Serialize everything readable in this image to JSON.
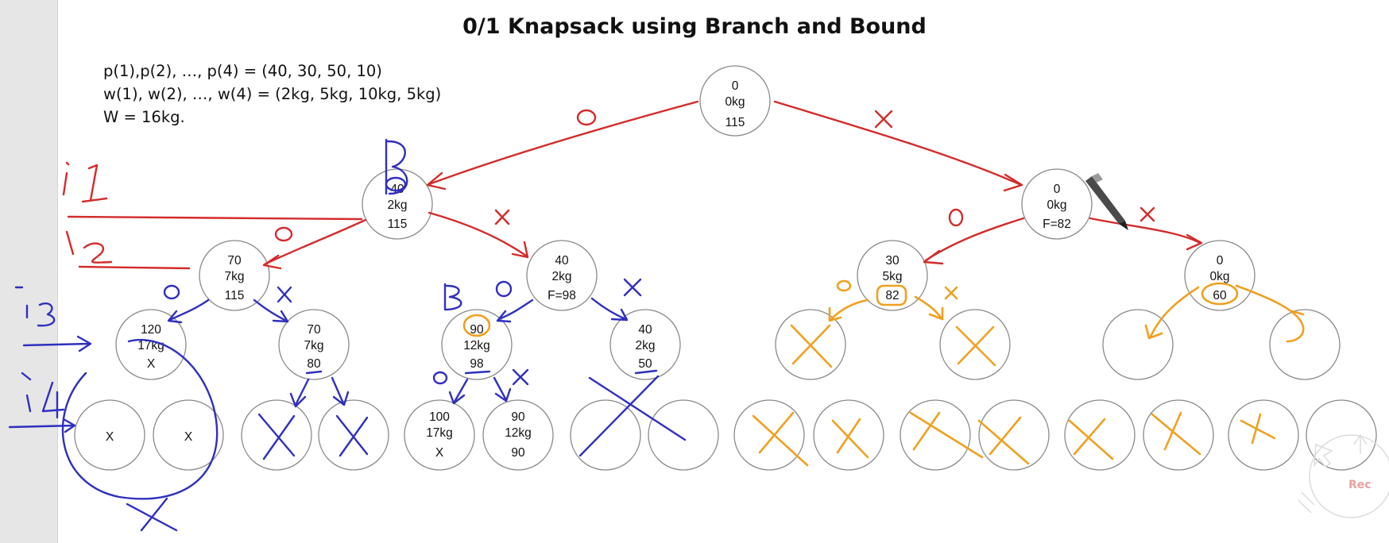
{
  "title": "0/1 Knapsack using Branch and Bound",
  "given": [
    "p(1),p(2), …, p(4) = (40, 30, 50, 10)",
    "w(1), w(2), …, w(4) = (2kg, 5kg, 10kg, 5kg)",
    "W = 16kg."
  ],
  "tree": {
    "nodes": [
      {
        "id": "root",
        "lines": [
          "0",
          "0kg",
          "115"
        ]
      },
      {
        "id": "n-40-2kg-115",
        "lines": [
          "40",
          "2kg",
          "115"
        ]
      },
      {
        "id": "n-0-0kg-f82",
        "lines": [
          "0",
          "0kg",
          "F=82"
        ]
      },
      {
        "id": "n-70-7kg-115",
        "lines": [
          "70",
          "7kg",
          "115"
        ]
      },
      {
        "id": "n-40-2kg-f98",
        "lines": [
          "40",
          "2kg",
          "F=98"
        ]
      },
      {
        "id": "n-30-5kg-82",
        "lines": [
          "30",
          "5kg",
          "82"
        ]
      },
      {
        "id": "n-0-0kg-60",
        "lines": [
          "0",
          "0kg",
          "60"
        ]
      },
      {
        "id": "n-120-17kg-x",
        "lines": [
          "120",
          "17kg",
          "X"
        ]
      },
      {
        "id": "n-70-7kg-80",
        "lines": [
          "70",
          "7kg",
          "80"
        ]
      },
      {
        "id": "n-90-12kg-98",
        "lines": [
          "90",
          "12kg",
          "98"
        ]
      },
      {
        "id": "n-40-2kg-50",
        "lines": [
          "40",
          "2kg",
          "50"
        ]
      },
      {
        "id": "n-l3-empty-1",
        "lines": []
      },
      {
        "id": "n-l3-empty-2",
        "lines": []
      },
      {
        "id": "n-l3-empty-3",
        "lines": []
      },
      {
        "id": "n-l3-empty-4",
        "lines": []
      },
      {
        "id": "n-l4-x-1",
        "lines": [
          "X"
        ]
      },
      {
        "id": "n-l4-x-2",
        "lines": [
          "X"
        ]
      },
      {
        "id": "n-l4-empty-3",
        "lines": []
      },
      {
        "id": "n-l4-empty-4",
        "lines": []
      },
      {
        "id": "n-100-17kg-x",
        "lines": [
          "100",
          "17kg",
          "X"
        ]
      },
      {
        "id": "n-90-12kg-90",
        "lines": [
          "90",
          "12kg",
          "90"
        ]
      },
      {
        "id": "n-l4-empty-7",
        "lines": []
      },
      {
        "id": "n-l4-empty-8",
        "lines": []
      },
      {
        "id": "n-l4-empty-9",
        "lines": []
      },
      {
        "id": "n-l4-empty-10",
        "lines": []
      },
      {
        "id": "n-l4-empty-11",
        "lines": []
      },
      {
        "id": "n-l4-empty-12",
        "lines": []
      },
      {
        "id": "n-l4-empty-13",
        "lines": []
      },
      {
        "id": "n-l4-empty-14",
        "lines": []
      },
      {
        "id": "n-l4-empty-15",
        "lines": []
      },
      {
        "id": "n-l4-empty-16",
        "lines": []
      }
    ]
  },
  "colors": {
    "red_ink": "#d42b2b",
    "blue_ink": "#2f2fbf",
    "orange_ink": "#f0a020",
    "node_stroke": "#8a8a8a",
    "sidebar": "#e6e6e6"
  },
  "recorder": {
    "label": "Rec"
  }
}
